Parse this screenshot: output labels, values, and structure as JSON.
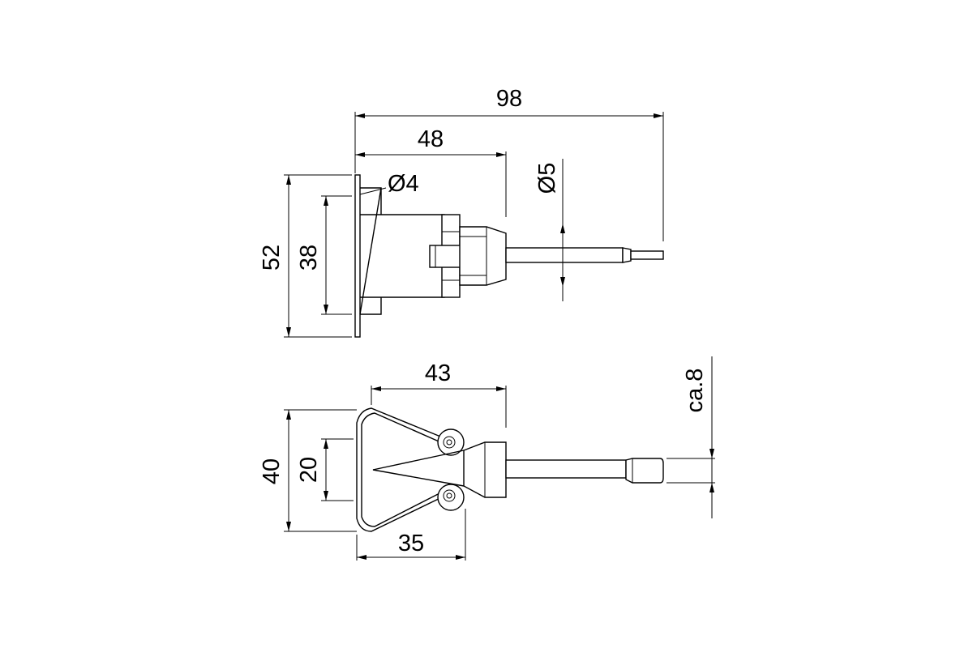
{
  "top_view": {
    "dim_overall_length": "98",
    "dim_body_length": "48",
    "dim_hole_diameter": "Ø4",
    "dim_rod_diameter": "Ø5",
    "dim_plate_height": "52",
    "dim_hole_spacing": "38"
  },
  "bottom_view": {
    "dim_body_length": "43",
    "dim_outer_width": "40",
    "dim_inner_width": "20",
    "dim_spring_length": "35",
    "dim_rod_end": "ca.8"
  }
}
